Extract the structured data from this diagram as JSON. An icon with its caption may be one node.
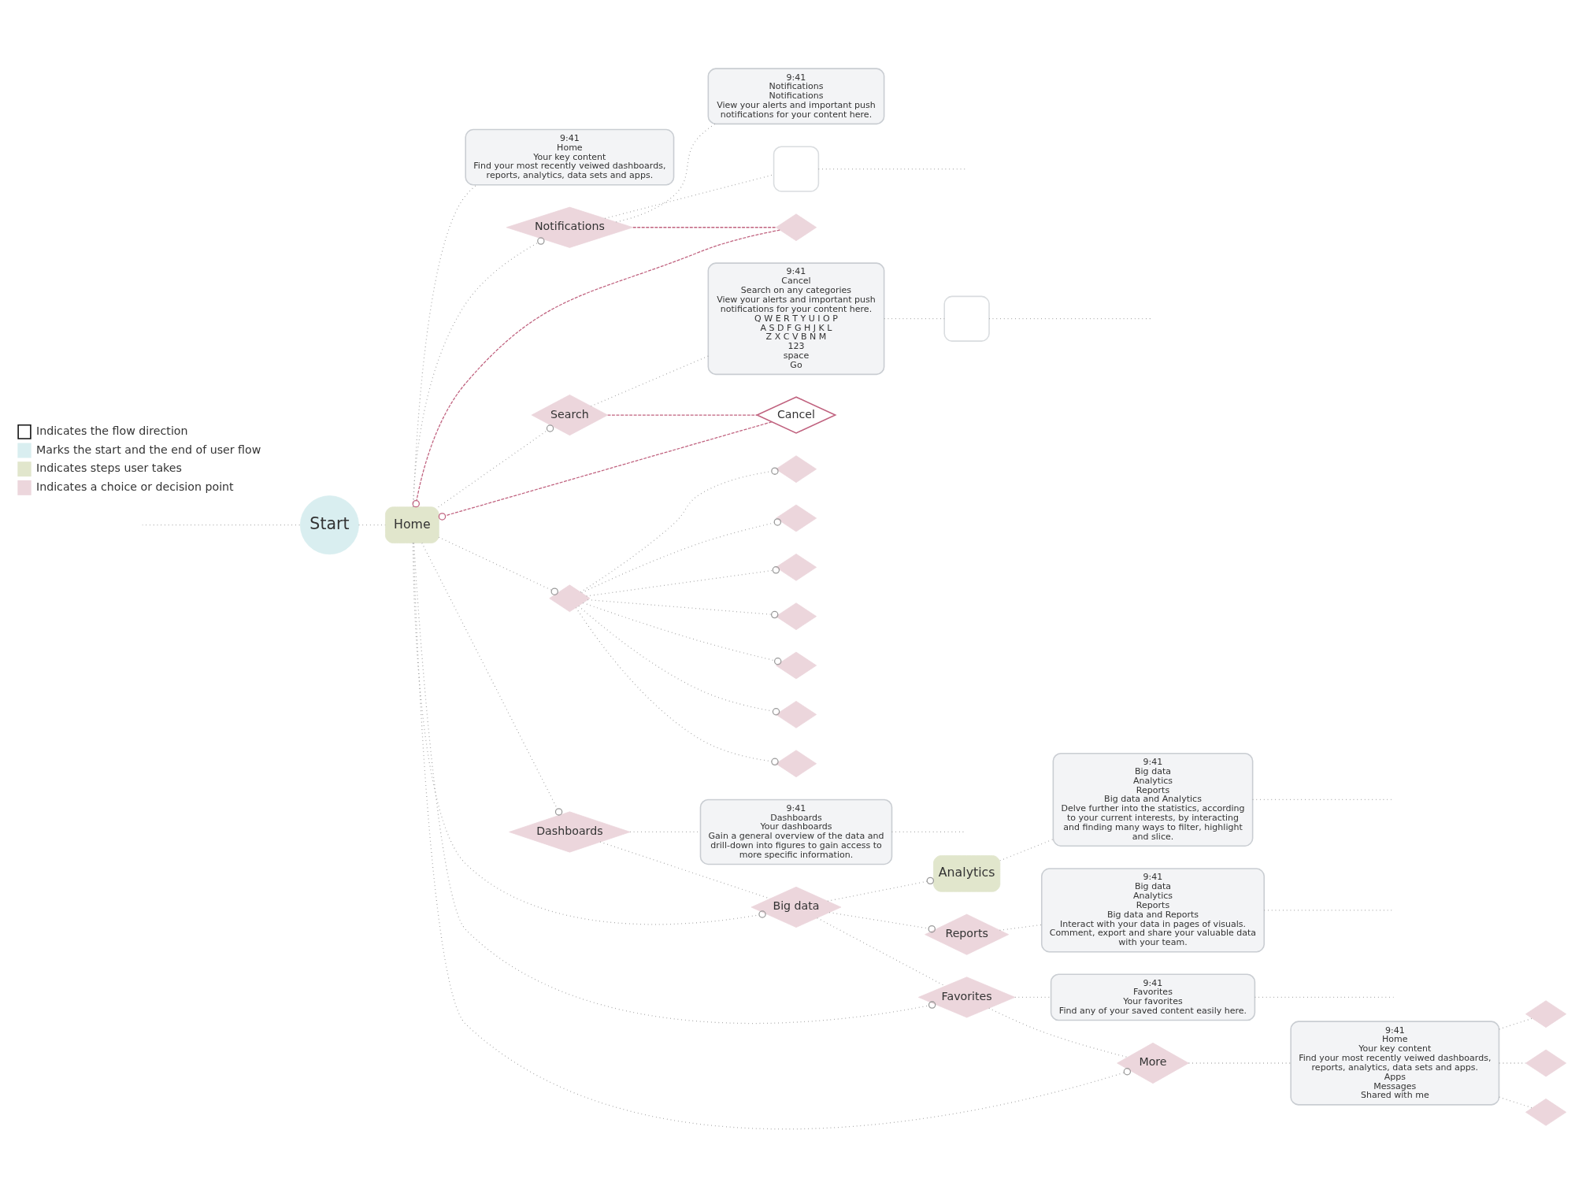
{
  "diagram": {
    "nodes": [
      {
        "text": [
          "Start"
        ]
      },
      {
        "text": [
          "Home"
        ]
      },
      {
        "text": [
          "9:41",
          "Home",
          "Your key content",
          "Find your most recently veiwed dashboards, reports, analytics, data sets and apps."
        ]
      },
      {
        "text": [
          "Notifications"
        ]
      },
      {
        "text": [
          "9:41",
          "Notifications",
          "Notifications",
          "View your alerts and important push notifications for your content here."
        ]
      },
      {
        "text": [],
        "shape": "diamond"
      },
      {
        "text": [
          "Search"
        ]
      },
      {
        "text": [
          "9:41",
          "Cancel",
          "Search on any categories",
          "View your alerts and important push notifications for your content here.",
          "Q W E R T Y U I O P",
          "A S D F G H J K L",
          "Z X C V B N M",
          "123",
          "space",
          "Go"
        ]
      },
      {
        "text": [
          "Cancel"
        ]
      },
      {
        "text": [],
        "shape": "box"
      },
      {
        "text": [],
        "shape": "box"
      },
      {
        "text": [],
        "shape": "diamond"
      },
      {
        "text": [
          "Dashboards"
        ]
      },
      {
        "text": [
          "9:41",
          "Dashboards",
          "Your dashboards",
          "Gain a general overview of the data and drill-down into figures to gain access to more specific information."
        ]
      },
      {
        "text": [
          "Big data"
        ]
      },
      {
        "text": [
          "Analytics"
        ]
      },
      {
        "text": [
          "9:41",
          "Big data",
          "Analytics",
          "Reports",
          "Big data and Analytics",
          "Delve further into the statistics, according to your current interests, by interacting and finding many ways to filter, highlight and slice."
        ]
      },
      {
        "text": [
          "Reports"
        ]
      },
      {
        "text": [
          "9:41",
          "Big data",
          "Analytics",
          "Reports",
          "Big data and Reports",
          "Interact with your data in pages of visuals. Comment, export and share your valuable data with your team."
        ]
      },
      {
        "text": [
          "Favorites"
        ]
      },
      {
        "text": [
          "9:41",
          "Favorites",
          "Your favorites",
          "Find any of your saved content easily here."
        ]
      },
      {
        "text": [
          "More"
        ]
      },
      {
        "text": [
          "9:41",
          "Home",
          "Your key content",
          "Find your most recently veiwed dashboards, reports, analytics, data sets and apps.",
          "Apps",
          "Messages",
          "Shared with me"
        ]
      },
      {
        "text": [],
        "shape": "diamond"
      },
      {
        "text": [],
        "shape": "diamond"
      },
      {
        "text": [],
        "shape": "diamond"
      },
      {
        "text": [],
        "shape": "diamond"
      },
      {
        "text": [],
        "shape": "diamond"
      },
      {
        "text": [],
        "shape": "diamond"
      },
      {
        "text": [],
        "shape": "diamond"
      },
      {
        "text": [],
        "shape": "diamond"
      },
      {
        "text": [],
        "shape": "diamond"
      },
      {
        "text": [],
        "shape": "diamond"
      }
    ],
    "edges": [
      {
        "from": null,
        "to": 0,
        "arrow": "none"
      },
      {
        "from": 0,
        "to": 1,
        "arrow": "none"
      },
      {
        "from": 1,
        "to": 2,
        "arrow": "none"
      },
      {
        "from": 1,
        "to": 3,
        "arrow": "other"
      },
      {
        "from": 3,
        "to": 4,
        "arrow": "none"
      },
      {
        "from": 3,
        "to": 9,
        "arrow": "none"
      },
      {
        "from": 9,
        "to": null,
        "arrow": "none"
      },
      {
        "from": 3,
        "to": 5,
        "arrow": "none",
        "style": "dashed",
        "color": "#c0627f"
      },
      {
        "from": 5,
        "to": 1,
        "arrow": "other",
        "style": "dashed",
        "color": "#c0627f"
      },
      {
        "from": 1,
        "to": 6,
        "arrow": "other"
      },
      {
        "from": 6,
        "to": 7,
        "arrow": "none"
      },
      {
        "from": 7,
        "to": 10,
        "arrow": "none"
      },
      {
        "from": 10,
        "to": null,
        "arrow": "none"
      },
      {
        "from": 6,
        "to": 8,
        "arrow": "none",
        "style": "dashed",
        "color": "#c0627f"
      },
      {
        "from": 8,
        "to": 1,
        "arrow": "other",
        "style": "dashed",
        "color": "#c0627f"
      },
      {
        "from": 1,
        "to": 11,
        "arrow": "other"
      },
      {
        "from": 1,
        "to": 12,
        "arrow": "other"
      },
      {
        "from": 1,
        "to": 14,
        "arrow": "other"
      },
      {
        "from": 1,
        "to": 19,
        "arrow": "other"
      },
      {
        "from": 1,
        "to": 21,
        "arrow": "other"
      },
      {
        "from": 12,
        "to": 14,
        "arrow": "none"
      },
      {
        "from": 14,
        "to": 19,
        "arrow": "none"
      },
      {
        "from": 19,
        "to": 21,
        "arrow": "none"
      },
      {
        "from": 12,
        "to": 13,
        "arrow": "none"
      },
      {
        "from": 13,
        "to": null,
        "arrow": "none"
      },
      {
        "from": 14,
        "to": 15,
        "arrow": "other"
      },
      {
        "from": 14,
        "to": 17,
        "arrow": "other"
      },
      {
        "from": 15,
        "to": 16,
        "arrow": "none"
      },
      {
        "from": 16,
        "to": null,
        "arrow": "none"
      },
      {
        "from": 17,
        "to": 18,
        "arrow": "none"
      },
      {
        "from": 18,
        "to": null,
        "arrow": "none"
      },
      {
        "from": 19,
        "to": 20,
        "arrow": "none"
      },
      {
        "from": 20,
        "to": null,
        "arrow": "none"
      },
      {
        "from": 21,
        "to": 22,
        "arrow": "none"
      },
      {
        "from": 22,
        "to": 23,
        "arrow": "none"
      },
      {
        "from": 22,
        "to": 24,
        "arrow": "none"
      },
      {
        "from": 22,
        "to": 25,
        "arrow": "none"
      },
      {
        "from": 11,
        "to": 26,
        "arrow": "other"
      },
      {
        "from": 11,
        "to": 27,
        "arrow": "other"
      },
      {
        "from": 11,
        "to": 28,
        "arrow": "other"
      },
      {
        "from": 11,
        "to": 29,
        "arrow": "other"
      },
      {
        "from": 11,
        "to": 30,
        "arrow": "other"
      },
      {
        "from": 11,
        "to": 31,
        "arrow": "other"
      },
      {
        "from": 11,
        "to": 32,
        "arrow": "other"
      }
    ],
    "legend": [
      {
        "text": "Indicates the flow direction"
      },
      {
        "text": "Marks the start and the end of user flow",
        "color": "#d9eef0"
      },
      {
        "text": "Indicates steps user takes",
        "color": "#e1e6cc"
      },
      {
        "text": "Indicates a choice or decision point",
        "color": "#ecd6dc"
      }
    ]
  }
}
